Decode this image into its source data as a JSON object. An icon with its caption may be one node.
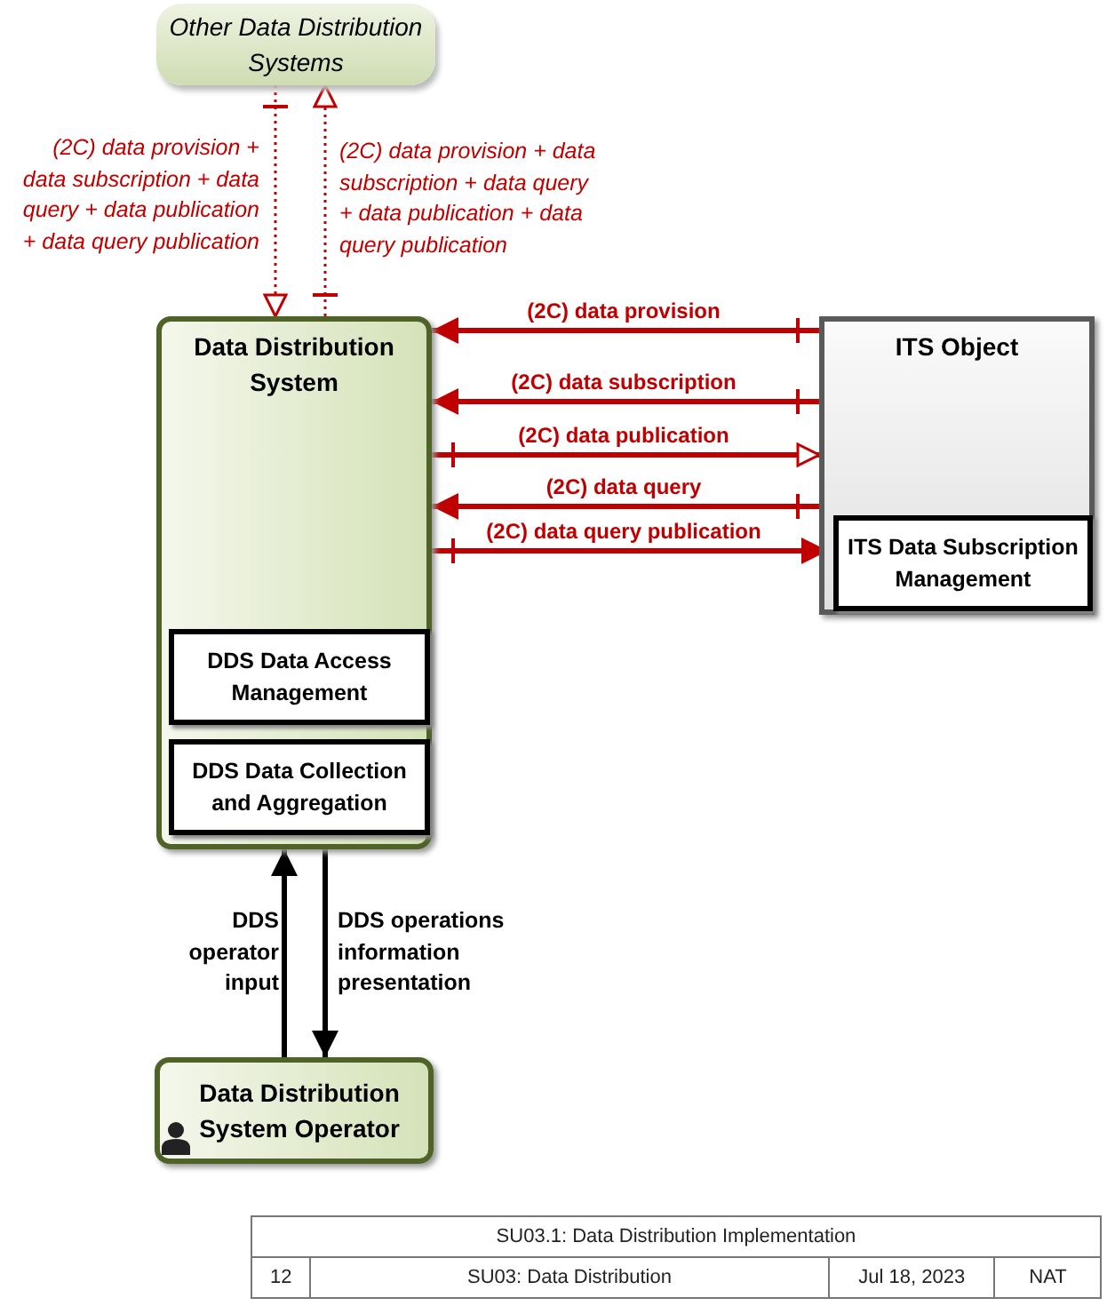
{
  "diagram": {
    "nodes": [
      {
        "text": [
          "Other Data Distribution Systems"
        ]
      },
      {
        "text": [
          "Data Distribution System"
        ]
      },
      {
        "text": [
          "DDS Data Access Management"
        ],
        "in": 1
      },
      {
        "text": [
          "DDS Data Collection and Aggregation"
        ],
        "in": 1
      },
      {
        "text": [
          "ITS Object"
        ]
      },
      {
        "text": [
          "ITS Data Subscription Management"
        ],
        "in": 4
      },
      {
        "text": [
          "Data Distribution System Operator"
        ]
      }
    ],
    "edges": [
      {
        "from": 0,
        "to": 1,
        "arrow": "to",
        "style": "dashed",
        "label": "(2C) data provision + data subscription + data query + data publication + data query publication"
      },
      {
        "from": 1,
        "to": 0,
        "arrow": "to",
        "style": "dashed",
        "label": "(2C) data provision + data subscription + data query + data publication + data query publication"
      },
      {
        "from": 4,
        "to": 1,
        "arrow": "to",
        "label": "(2C) data provision"
      },
      {
        "from": 4,
        "to": 1,
        "arrow": "to",
        "label": "(2C) data subscription"
      },
      {
        "from": 1,
        "to": 4,
        "arrow": "to",
        "label": "(2C) data publication"
      },
      {
        "from": 4,
        "to": 1,
        "arrow": "to",
        "label": "(2C) data query"
      },
      {
        "from": 1,
        "to": 5,
        "arrow": "to",
        "label": "(2C) data query publication"
      },
      {
        "from": 6,
        "to": 1,
        "arrow": "to",
        "color": "#000000",
        "label": "DDS operator input"
      },
      {
        "from": 1,
        "to": 6,
        "arrow": "to",
        "color": "#000000",
        "label": "DDS operations information presentation"
      }
    ],
    "labels": [
      "SU03.1: Data Distribution Implementation",
      "12",
      "SU03: Data Distribution",
      "Jul 18, 2023",
      "NAT"
    ]
  }
}
